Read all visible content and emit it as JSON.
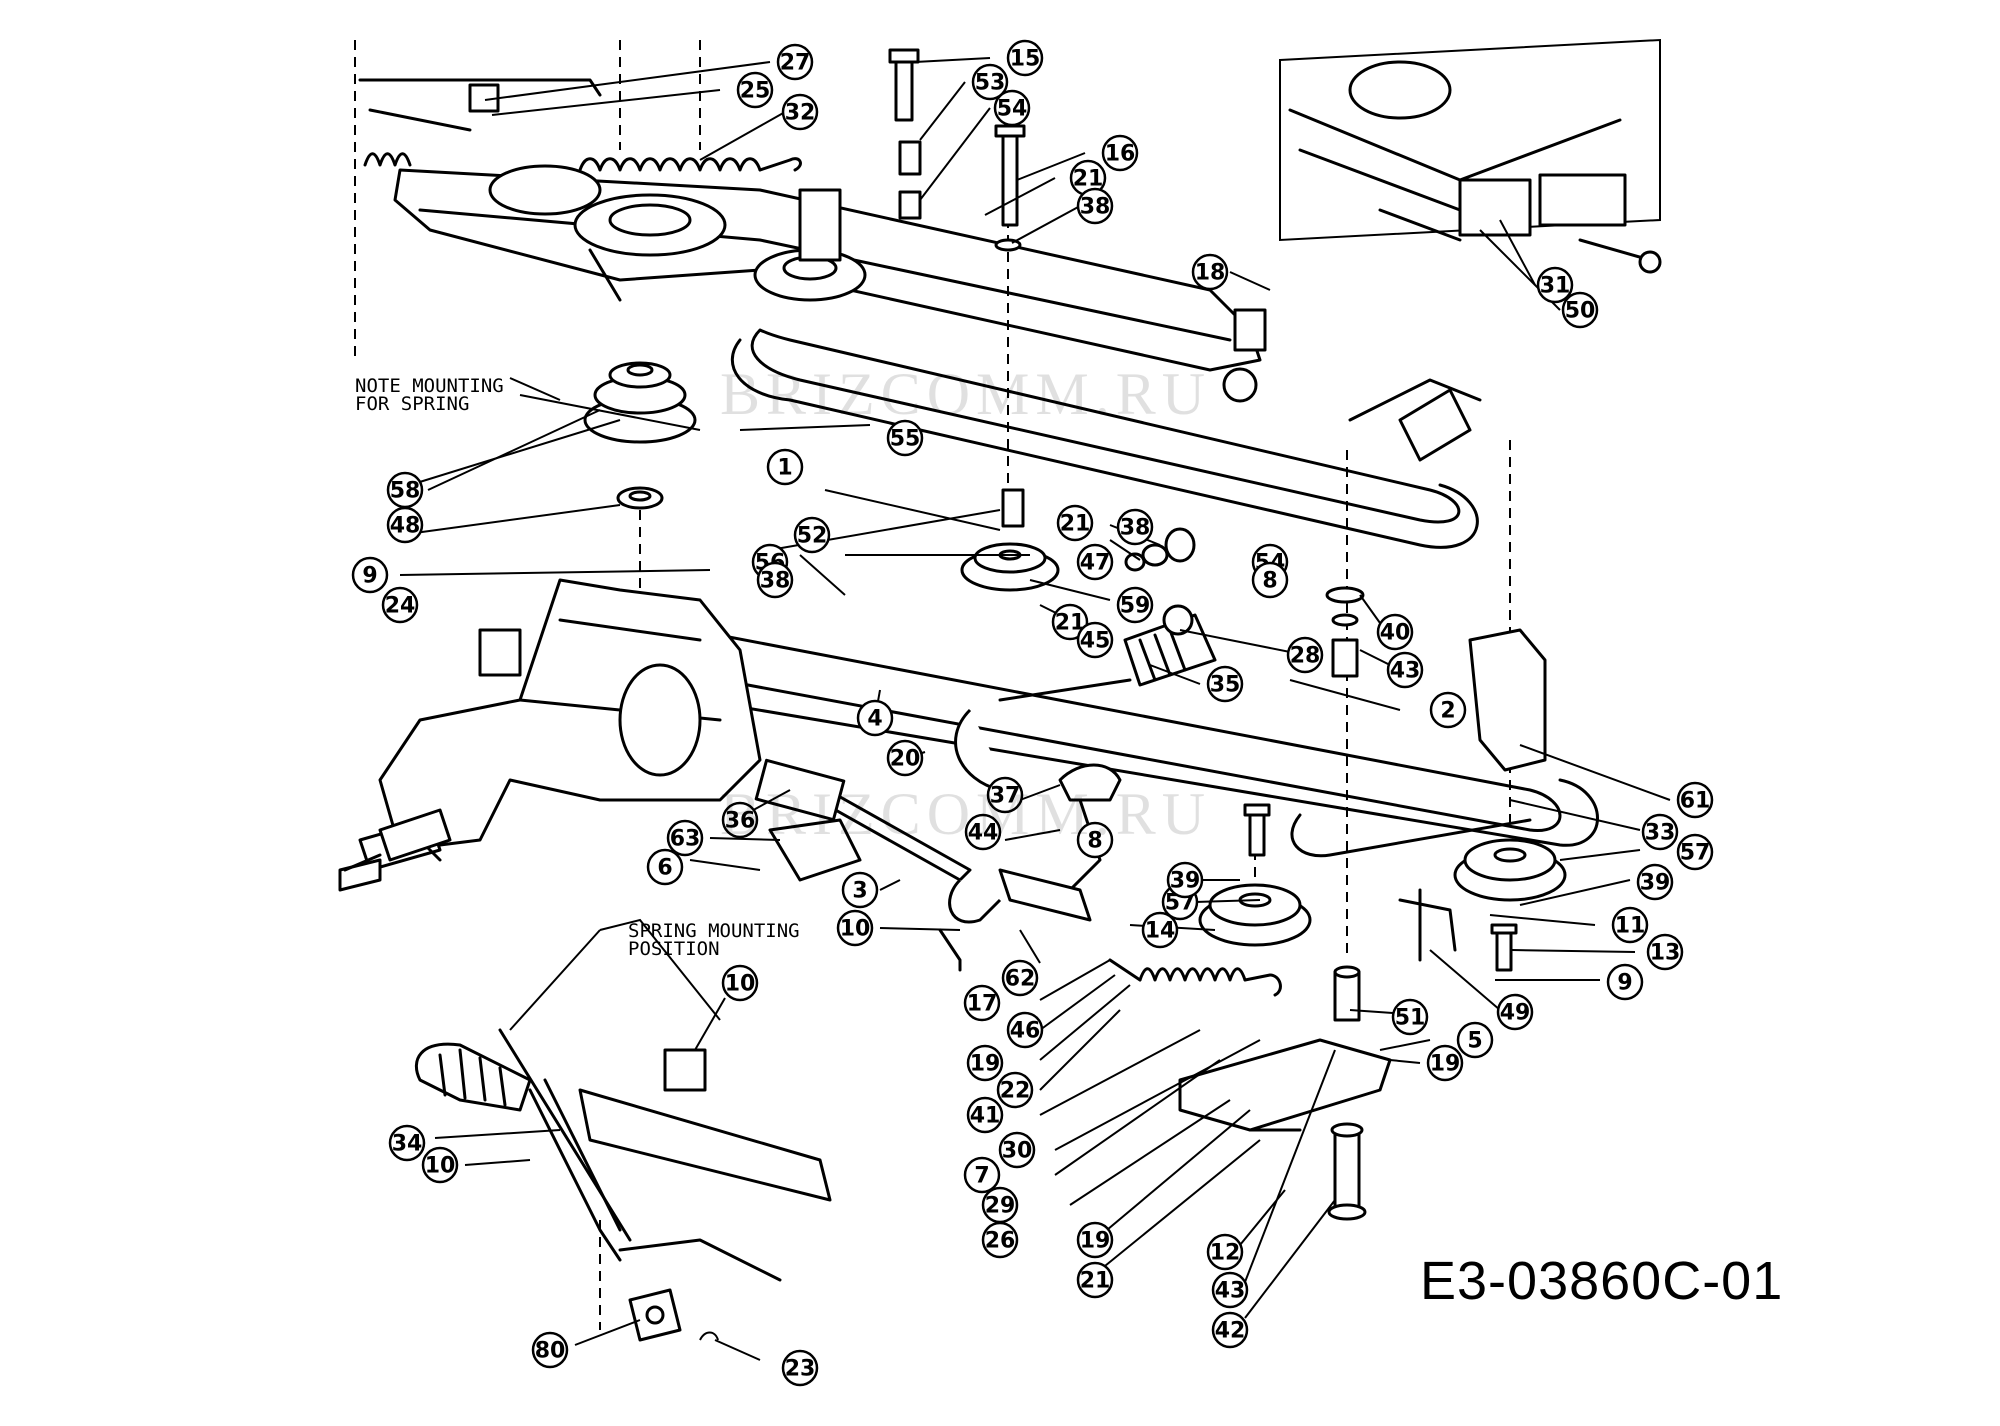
{
  "diagram": {
    "code": "E3-03860C-01",
    "watermark": "BRIZCOMM.RU",
    "notes": {
      "mounting_line1": "NOTE MOUNTING",
      "mounting_line2": "FOR SPRING",
      "spring_line1": "SPRING MOUNTING",
      "spring_line2": "POSITION"
    },
    "callouts": [
      "27",
      "25",
      "32",
      "15",
      "53",
      "54",
      "16",
      "21",
      "38",
      "18",
      "31",
      "50",
      "55",
      "58",
      "48",
      "9",
      "24",
      "1",
      "52",
      "56",
      "38",
      "21",
      "47",
      "38",
      "54",
      "8",
      "59",
      "21",
      "45",
      "35",
      "28",
      "40",
      "43",
      "2",
      "4",
      "20",
      "37",
      "44",
      "8",
      "36",
      "63",
      "6",
      "3",
      "10",
      "61",
      "33",
      "57",
      "39",
      "11",
      "13",
      "9",
      "49",
      "57",
      "39",
      "14",
      "62",
      "17",
      "46",
      "19",
      "22",
      "41",
      "30",
      "51",
      "5",
      "19",
      "7",
      "29",
      "26",
      "19",
      "21",
      "12",
      "43",
      "42",
      "10",
      "34",
      "10",
      "80",
      "23"
    ]
  }
}
